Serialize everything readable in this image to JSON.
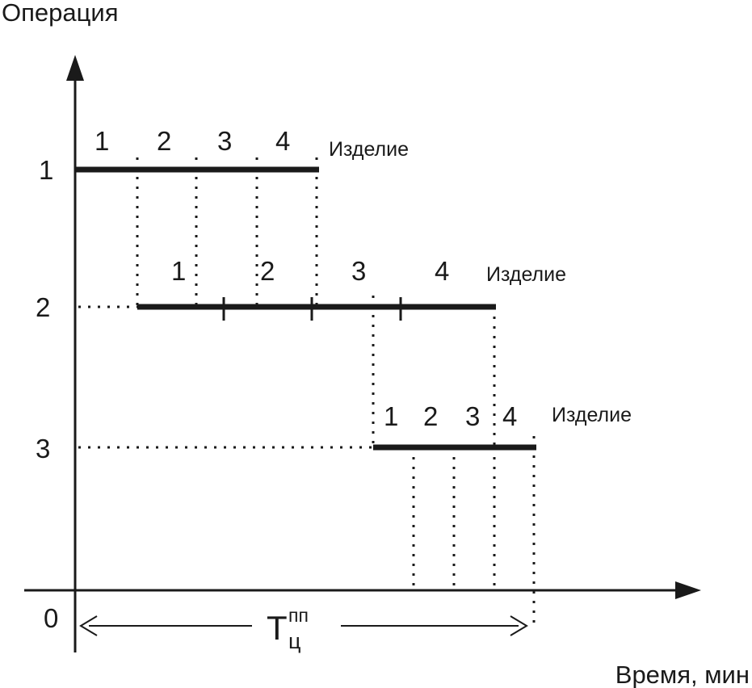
{
  "axes": {
    "y_title": "Операция",
    "x_title": "Время, мин",
    "origin": "0",
    "y_ticks": [
      "1",
      "2",
      "3"
    ]
  },
  "operations": [
    {
      "segments": [
        "1",
        "2",
        "3",
        "4"
      ],
      "label": "Изделие"
    },
    {
      "segments": [
        "1",
        "2",
        "3",
        "4"
      ],
      "label": "Изделие"
    },
    {
      "segments": [
        "1",
        "2",
        "3",
        "4"
      ],
      "label": "Изделие"
    }
  ],
  "cycle_time": {
    "symbol": "T",
    "subscript": "ц",
    "superscript": "пп"
  },
  "colors": {
    "ink": "#1a1a1a",
    "background": "#ffffff"
  }
}
